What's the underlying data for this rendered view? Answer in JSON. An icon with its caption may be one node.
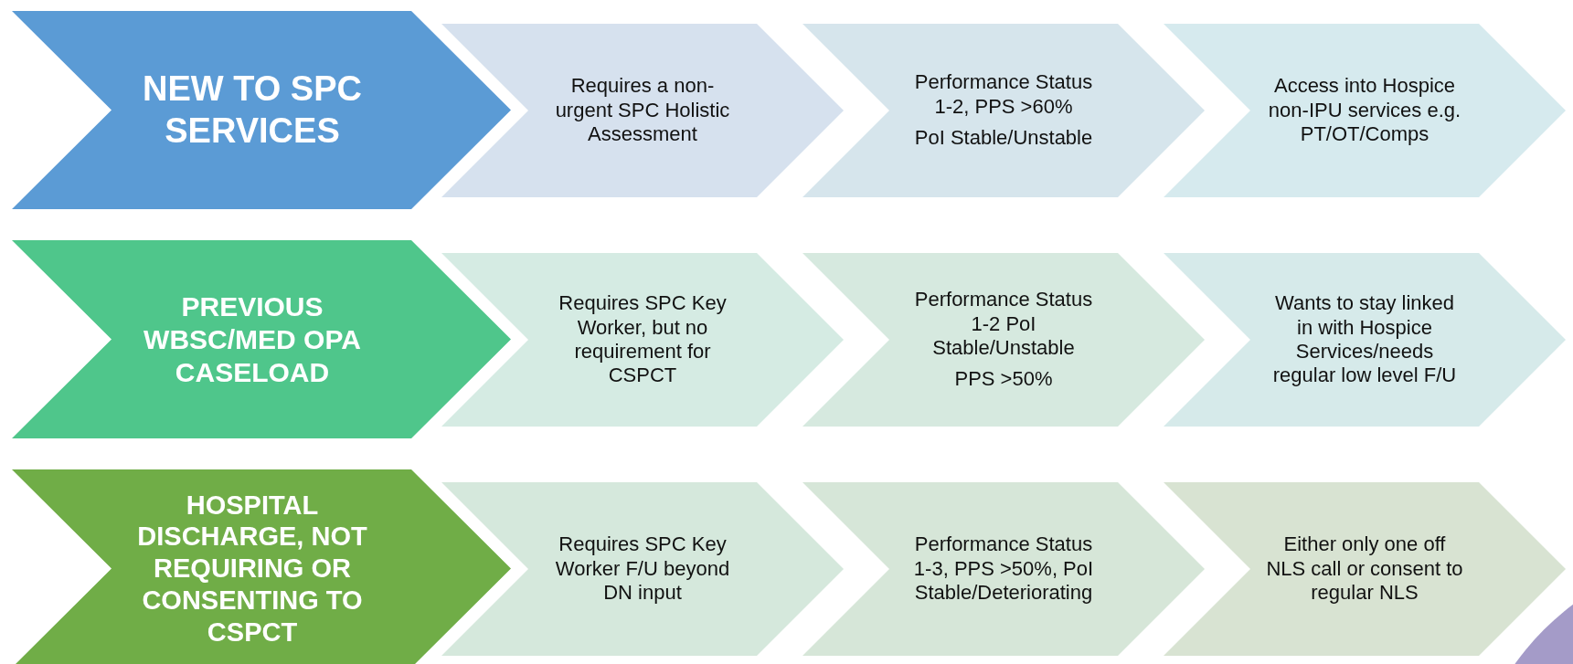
{
  "diagram": {
    "nodes": [
      {
        "text": [
          "NEW TO SPC SERVICES"
        ]
      },
      {
        "text": [
          "Requires a non-urgent SPC Holistic Assessment"
        ]
      },
      {
        "text": [
          "Performance Status 1-2, PPS >60%",
          "PoI Stable/Unstable"
        ]
      },
      {
        "text": [
          "Access into Hospice non-IPU services e.g. PT/OT/Comps"
        ]
      },
      {
        "text": [
          "PREVIOUS WBSC/MED OPA CASELOAD"
        ]
      },
      {
        "text": [
          "Requires SPC Key Worker, but no requirement for CSPCT"
        ]
      },
      {
        "text": [
          "Performance Status 1-2 PoI Stable/Unstable",
          "PPS >50%"
        ]
      },
      {
        "text": [
          "Wants to stay linked in with Hospice Services/needs regular low level F/U"
        ]
      },
      {
        "text": [
          "HOSPITAL DISCHARGE, NOT REQUIRING OR CONSENTING TO CSPCT"
        ]
      },
      {
        "text": [
          "Requires SPC Key Worker F/U beyond DN input"
        ]
      },
      {
        "text": [
          "Performance Status 1-3, PPS >50%, PoI Stable/Deteriorating"
        ]
      },
      {
        "text": [
          "Either only one off NLS call or consent to regular NLS"
        ]
      }
    ]
  }
}
